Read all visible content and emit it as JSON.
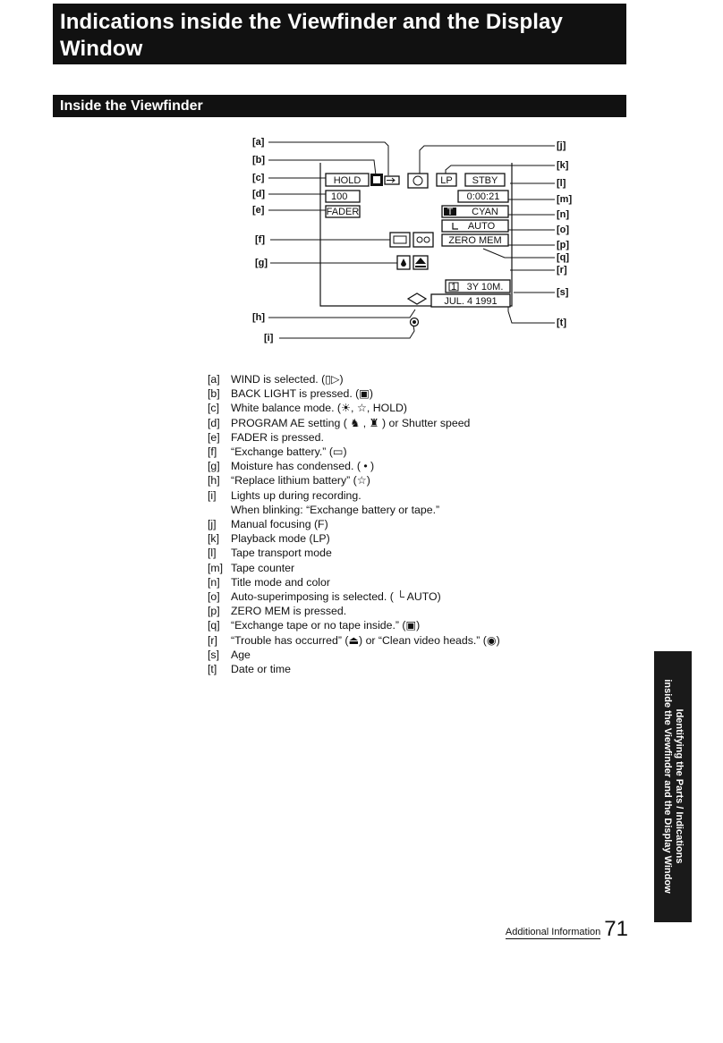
{
  "header": {
    "title_line1": "Indications inside the Viewfinder and the Display",
    "title_line2": "Window",
    "section": "Inside the Viewfinder"
  },
  "diagram": {
    "callouts": {
      "a": "[a]",
      "b": "[b]",
      "c": "[c]",
      "d": "[d]",
      "e": "[e]",
      "f": "[f]",
      "g": "[g]",
      "h": "[h]",
      "i": "[i]",
      "j": "[j]",
      "k": "[k]",
      "l": "[l]",
      "m": "[m]",
      "n": "[n]",
      "o": "[o]",
      "p": "[p]",
      "q": "[q]",
      "r": "[r]",
      "s": "[s]",
      "t": "[t]"
    },
    "indicators": {
      "hold": "HOLD",
      "shutter": "100",
      "fader": "FADER",
      "lp": "LP",
      "stby": "STBY",
      "counter": "0:00:21",
      "title_color": "CYAN",
      "title_mark": "T",
      "auto": "AUTO",
      "zero_mem": "ZERO MEM",
      "age": "3Y 10M.",
      "age_index": "1",
      "date": "JUL. 4 1991"
    }
  },
  "legend": [
    {
      "key": "[a]",
      "text": "WIND is selected. (▯▷)"
    },
    {
      "key": "[b]",
      "text": "BACK LIGHT is pressed. (▣)"
    },
    {
      "key": "[c]",
      "text": "White balance mode. (☀, ☆, HOLD)"
    },
    {
      "key": "[d]",
      "text": "PROGRAM AE setting ( ♞ , ♜ ) or Shutter speed"
    },
    {
      "key": "[e]",
      "text": "FADER is pressed."
    },
    {
      "key": "[f]",
      "text": "“Exchange battery.” (▭)"
    },
    {
      "key": "[g]",
      "text": "Moisture has condensed. ( • )"
    },
    {
      "key": "[h]",
      "text": "“Replace lithium battery” (☆)"
    },
    {
      "key": "[i]",
      "text": "Lights up during recording."
    },
    {
      "key": "",
      "text": "When blinking: “Exchange battery or tape.”"
    },
    {
      "key": "[j]",
      "text": "Manual focusing (F)"
    },
    {
      "key": "[k]",
      "text": "Playback mode (LP)"
    },
    {
      "key": "[l]",
      "text": "Tape transport mode"
    },
    {
      "key": "[m]",
      "text": "Tape counter"
    },
    {
      "key": "[n]",
      "text": "Title mode and color"
    },
    {
      "key": "[o]",
      "text": "Auto-superimposing is selected. ( └ AUTO)"
    },
    {
      "key": "[p]",
      "text": "ZERO MEM is pressed."
    },
    {
      "key": "[q]",
      "text": "“Exchange tape or no tape inside.” (▣)"
    },
    {
      "key": "[r]",
      "text": "“Trouble has occurred” (⏏) or “Clean video heads.” (◉)"
    },
    {
      "key": "[s]",
      "text": "Age"
    },
    {
      "key": "[t]",
      "text": "Date or time"
    }
  ],
  "side_tab": {
    "line1": "Identifying the Parts / Indications",
    "line2": "inside the Viewfinder and the Display Window"
  },
  "footer": {
    "section": "Additional Information",
    "page": "71"
  }
}
